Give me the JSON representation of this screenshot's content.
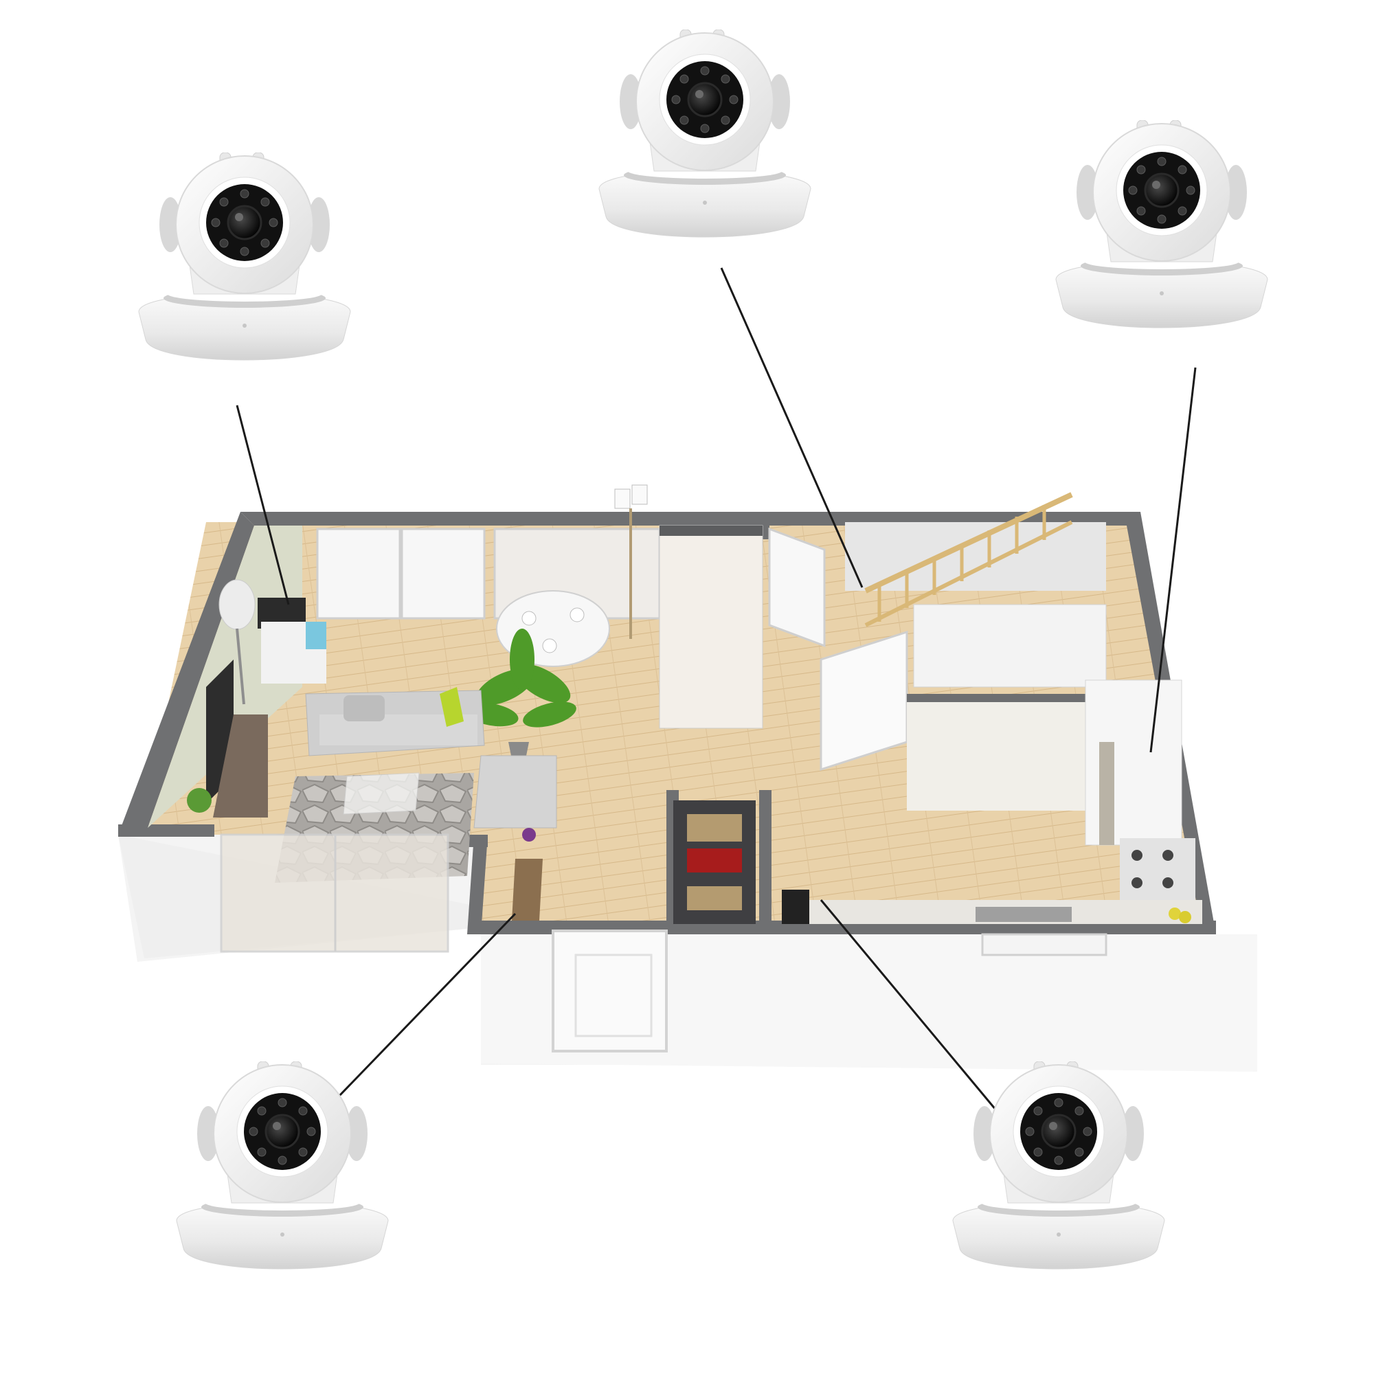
{
  "scene": {
    "background": "#ffffff",
    "cameras": [
      {
        "id": "top-left",
        "icon": "security-camera-icon"
      },
      {
        "id": "top-center",
        "icon": "security-camera-icon"
      },
      {
        "id": "top-right",
        "icon": "security-camera-icon"
      },
      {
        "id": "bottom-left",
        "icon": "security-camera-icon"
      },
      {
        "id": "bottom-right",
        "icon": "security-camera-icon"
      }
    ],
    "connector_color": "#1a1a1a",
    "colors": {
      "floor_wood": "#e7cfa6",
      "wall_dark": "#727375",
      "wall_white": "#f3f3f3",
      "camera_body": "#f2f2f2",
      "camera_lens": "#151515",
      "sofa": "#c9c9c9",
      "cushion": "#b4d630",
      "plant": "#4d9a2a",
      "stair_rail": "#d9b877"
    }
  }
}
